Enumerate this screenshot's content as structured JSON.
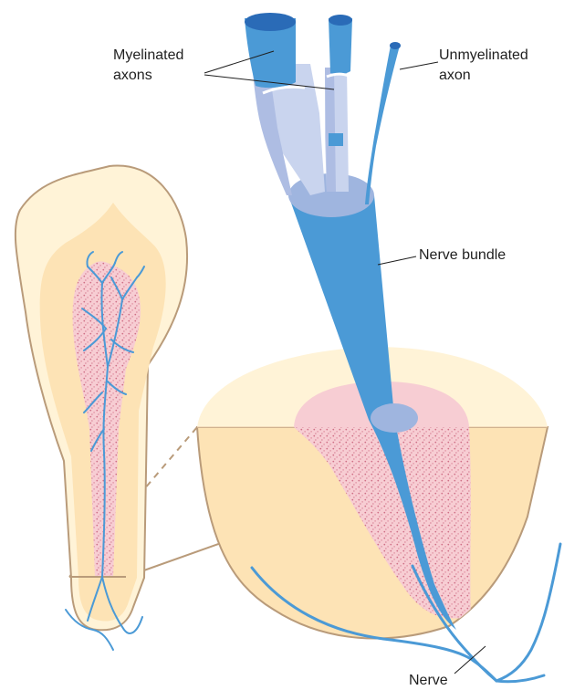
{
  "labels": {
    "myelinated_line1": "Myelinated",
    "myelinated_line2": "axons",
    "unmyelinated_line1": "Unmyelinated",
    "unmyelinated_line2": "axon",
    "nerve_bundle": "Nerve bundle",
    "nerve": "Nerve"
  },
  "colors": {
    "axon_blue": "#4b9ad6",
    "axon_dark_blue": "#2a6bb7",
    "myelin_light": "#c9d4ee",
    "myelin_mid": "#aebde3",
    "bundle_cap": "#9fb5df",
    "enamel_light": "#fff3d7",
    "dentin": "#fde3b5",
    "tooth_outline": "#b99b7a",
    "pulp_pink": "#f7cdd3",
    "pulp_dots": "#cf6f86",
    "nerve_line": "#4b9ad6",
    "label_text": "#1f1f1f",
    "leader_line": "#1f1f1f"
  }
}
